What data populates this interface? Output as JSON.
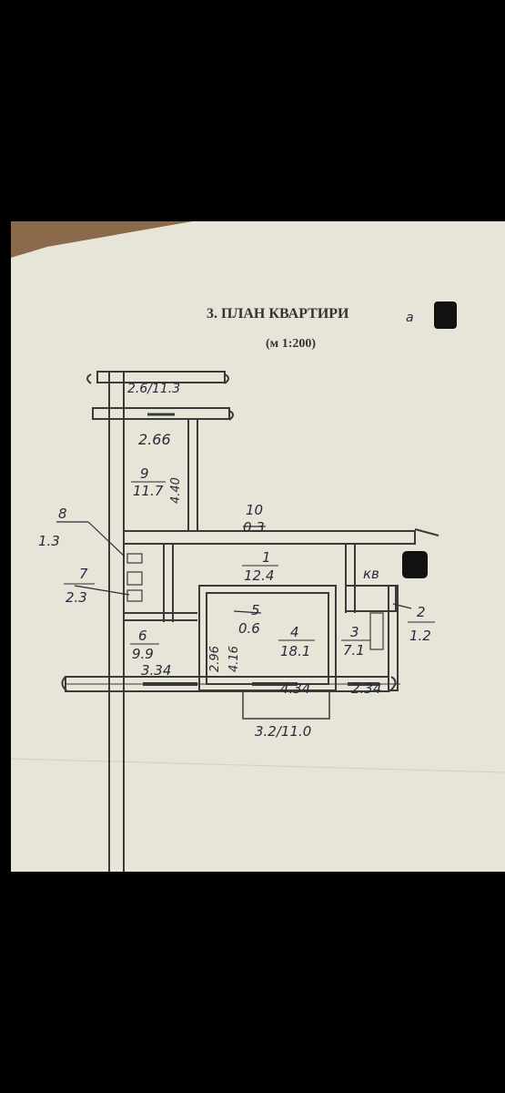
{
  "document": {
    "heading": "3. ПЛАН КВАРТИРИ",
    "heading_suffix": "а",
    "scale": "(м 1:200)",
    "apartment_label": "кв"
  },
  "dimensions": {
    "top_width": "2.66",
    "top_notch": "2.6/11.3",
    "room9_depth": "4.40",
    "room6_width": "3.34",
    "room4_width": "4.34",
    "room3_width": "2.34",
    "room6_height": "2.96",
    "room4_height": "4.16",
    "bottom_notch": "3.2/11.0"
  },
  "rooms": [
    {
      "num": "1",
      "area": "12.4"
    },
    {
      "num": "2",
      "area": "1.2"
    },
    {
      "num": "3",
      "area": "7.1"
    },
    {
      "num": "4",
      "area": "18.1"
    },
    {
      "num": "5",
      "area": "0.6"
    },
    {
      "num": "6",
      "area": "9.9"
    },
    {
      "num": "7",
      "area": "2.3"
    },
    {
      "num": "8",
      "area": "1.3"
    },
    {
      "num": "9",
      "area": "11.7"
    },
    {
      "num": "10",
      "area": "0.3"
    }
  ],
  "colors": {
    "paper": "#e7e4d8",
    "ink": "#3a3a3a",
    "pen": "#2a2a3a",
    "background": "#000000",
    "wood": "#8a6a4a"
  }
}
